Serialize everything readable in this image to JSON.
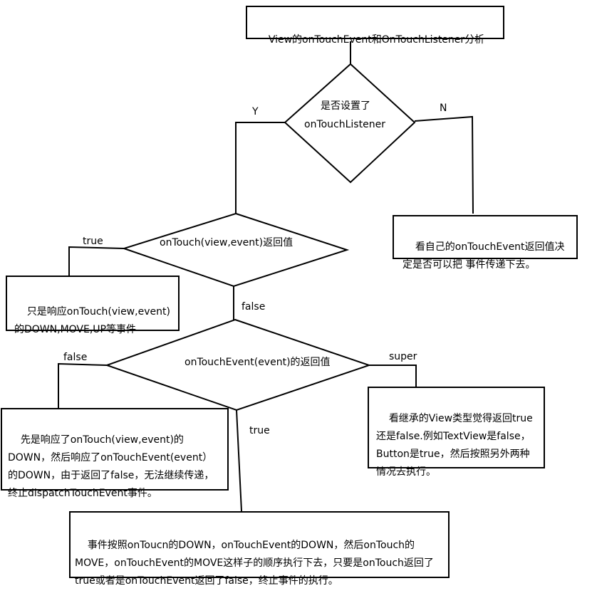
{
  "title": "View的onTouchEvent和OnTouchListener分析",
  "decision1": {
    "line1": "是否设置了",
    "line2": "onTouchListener",
    "yes_label": "Y",
    "no_label": "N"
  },
  "no_listener_box": "看自己的onTouchEvent返回值决定是否可以把 事件传递下去。",
  "decision2": {
    "text": "onTouch(view,event)返回值",
    "true_label": "true",
    "false_label": "false"
  },
  "ontouch_true_box": "只是响应onTouch(view,event)的DOWN,MOVE,UP等事件",
  "decision3": {
    "text": "onTouchEvent(event)的返回值",
    "false_label": "false",
    "super_label": "super",
    "true_label": "true"
  },
  "event_false_box": "先是响应了onTouch(view,event)的DOWN，然后响应了onTouchEvent(event）的DOWN，由于返回了false，无法继续传递，终止dispatchTouchEvent事件。",
  "super_box": "看继承的View类型觉得返回true还是false.例如TextView是false，Button是true，然后按照另外两种情况去执行。",
  "event_true_box": "事件按照onToucn的DOWN，onTouchEvent的DOWN，然后onTouch的MOVE，onTouchEvent的MOVE这样子的顺序执行下去，只要是onTouch返回了true或者是onTouchEvent返回了false，终止事件的执行。"
}
